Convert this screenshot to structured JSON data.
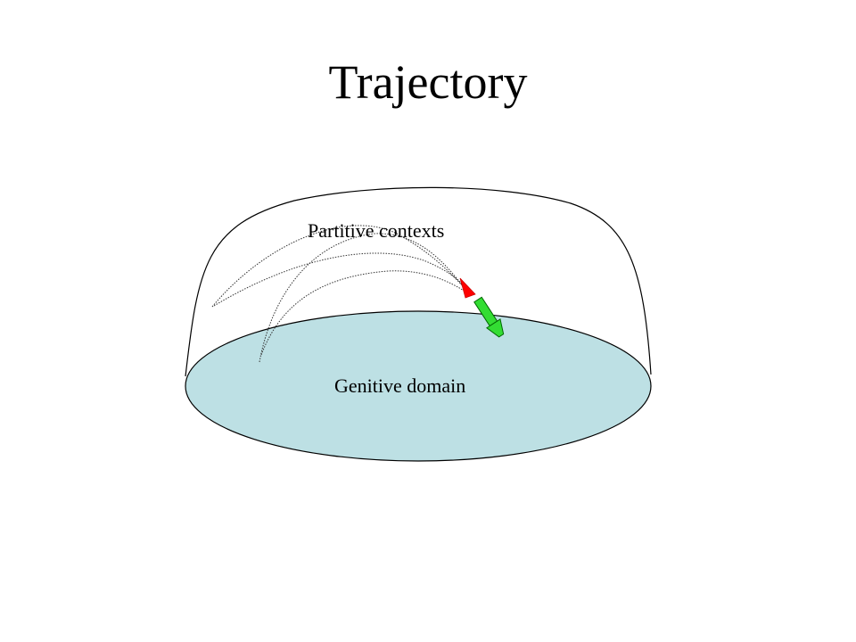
{
  "slide": {
    "title": "Trajectory"
  },
  "diagram": {
    "upper_label": "Partitive contexts",
    "lower_label": "Genitive domain",
    "colors": {
      "domain_fill": "#bde0e4",
      "outline": "#000000",
      "arrow_head": "#ff0000",
      "pointer": "#33dd33"
    }
  }
}
